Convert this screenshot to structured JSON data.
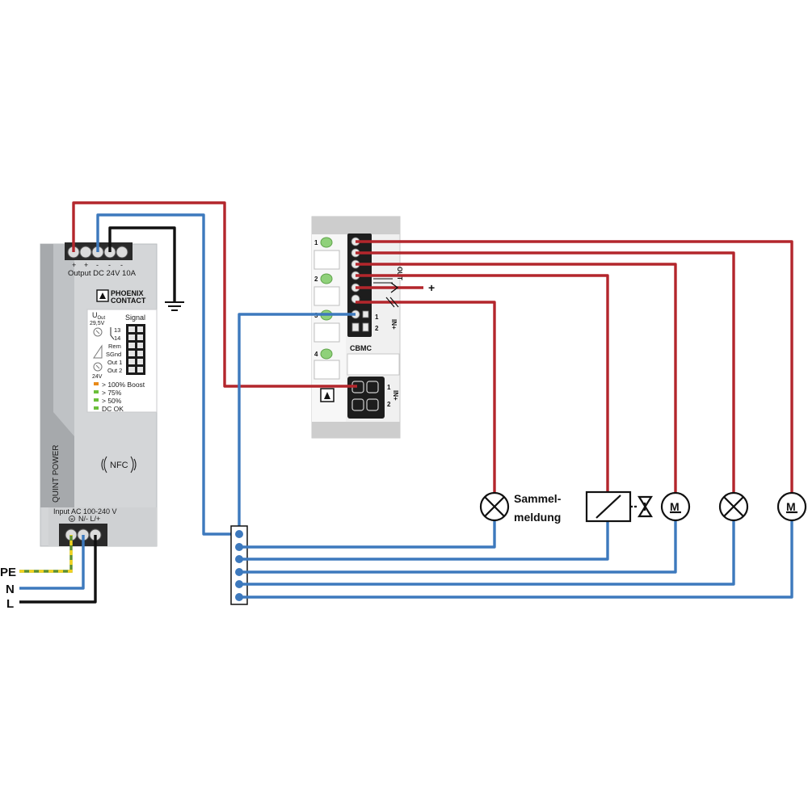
{
  "psu": {
    "output_label": "Output DC 24V 10A",
    "output_polarity": [
      "+",
      "+",
      "-",
      "-",
      "-"
    ],
    "brand_line1": "PHOENIX",
    "brand_line2": "CONTACT",
    "uout_label": "U",
    "uout_sub": "Out",
    "uout_value": "29,5V",
    "uout_min": "24V",
    "signal_title": "Signal",
    "signal_terminals": [
      "13",
      "14",
      "Rem",
      "SGnd",
      "Out 1",
      "Out 2"
    ],
    "leds": [
      {
        "label": "> 100% Boost",
        "color": "#e88a1a"
      },
      {
        "label": "> 75%",
        "color": "#6bbf3a"
      },
      {
        "label": "> 50%",
        "color": "#6bbf3a"
      },
      {
        "label": "DC OK",
        "color": "#6bbf3a"
      }
    ],
    "nfc_label": "NFC",
    "series_name": "QUINT POWER",
    "input_label": "Input AC 100-240 V",
    "input_terminals": "N/- L/+"
  },
  "mains": {
    "pe": "PE",
    "n": "N",
    "l": "L"
  },
  "cbmc": {
    "name": "CBMC",
    "channels": [
      "1",
      "2",
      "3",
      "4"
    ],
    "out_label": "OUT",
    "in_label": "IN+",
    "in_pins": [
      "1",
      "2"
    ],
    "in2_label": "IN+",
    "in2_pins": [
      "1",
      "2"
    ],
    "plus_label": "+"
  },
  "loads": {
    "sammel_line1": "Sammel-",
    "sammel_line2": "meldung",
    "motor_letter": "M"
  },
  "colors": {
    "positive": "#b3262c",
    "negative": "#3d79bd",
    "ground": "#111111",
    "pe_green": "#5d8f2d",
    "pe_yellow": "#f2d21e",
    "device_body": "#d4d6d8"
  },
  "icons": [
    "ground-icon",
    "lamp-icon",
    "relay-coil-icon",
    "valve-icon",
    "motor-icon",
    "nfc-icon",
    "phoenix-logo-icon"
  ]
}
